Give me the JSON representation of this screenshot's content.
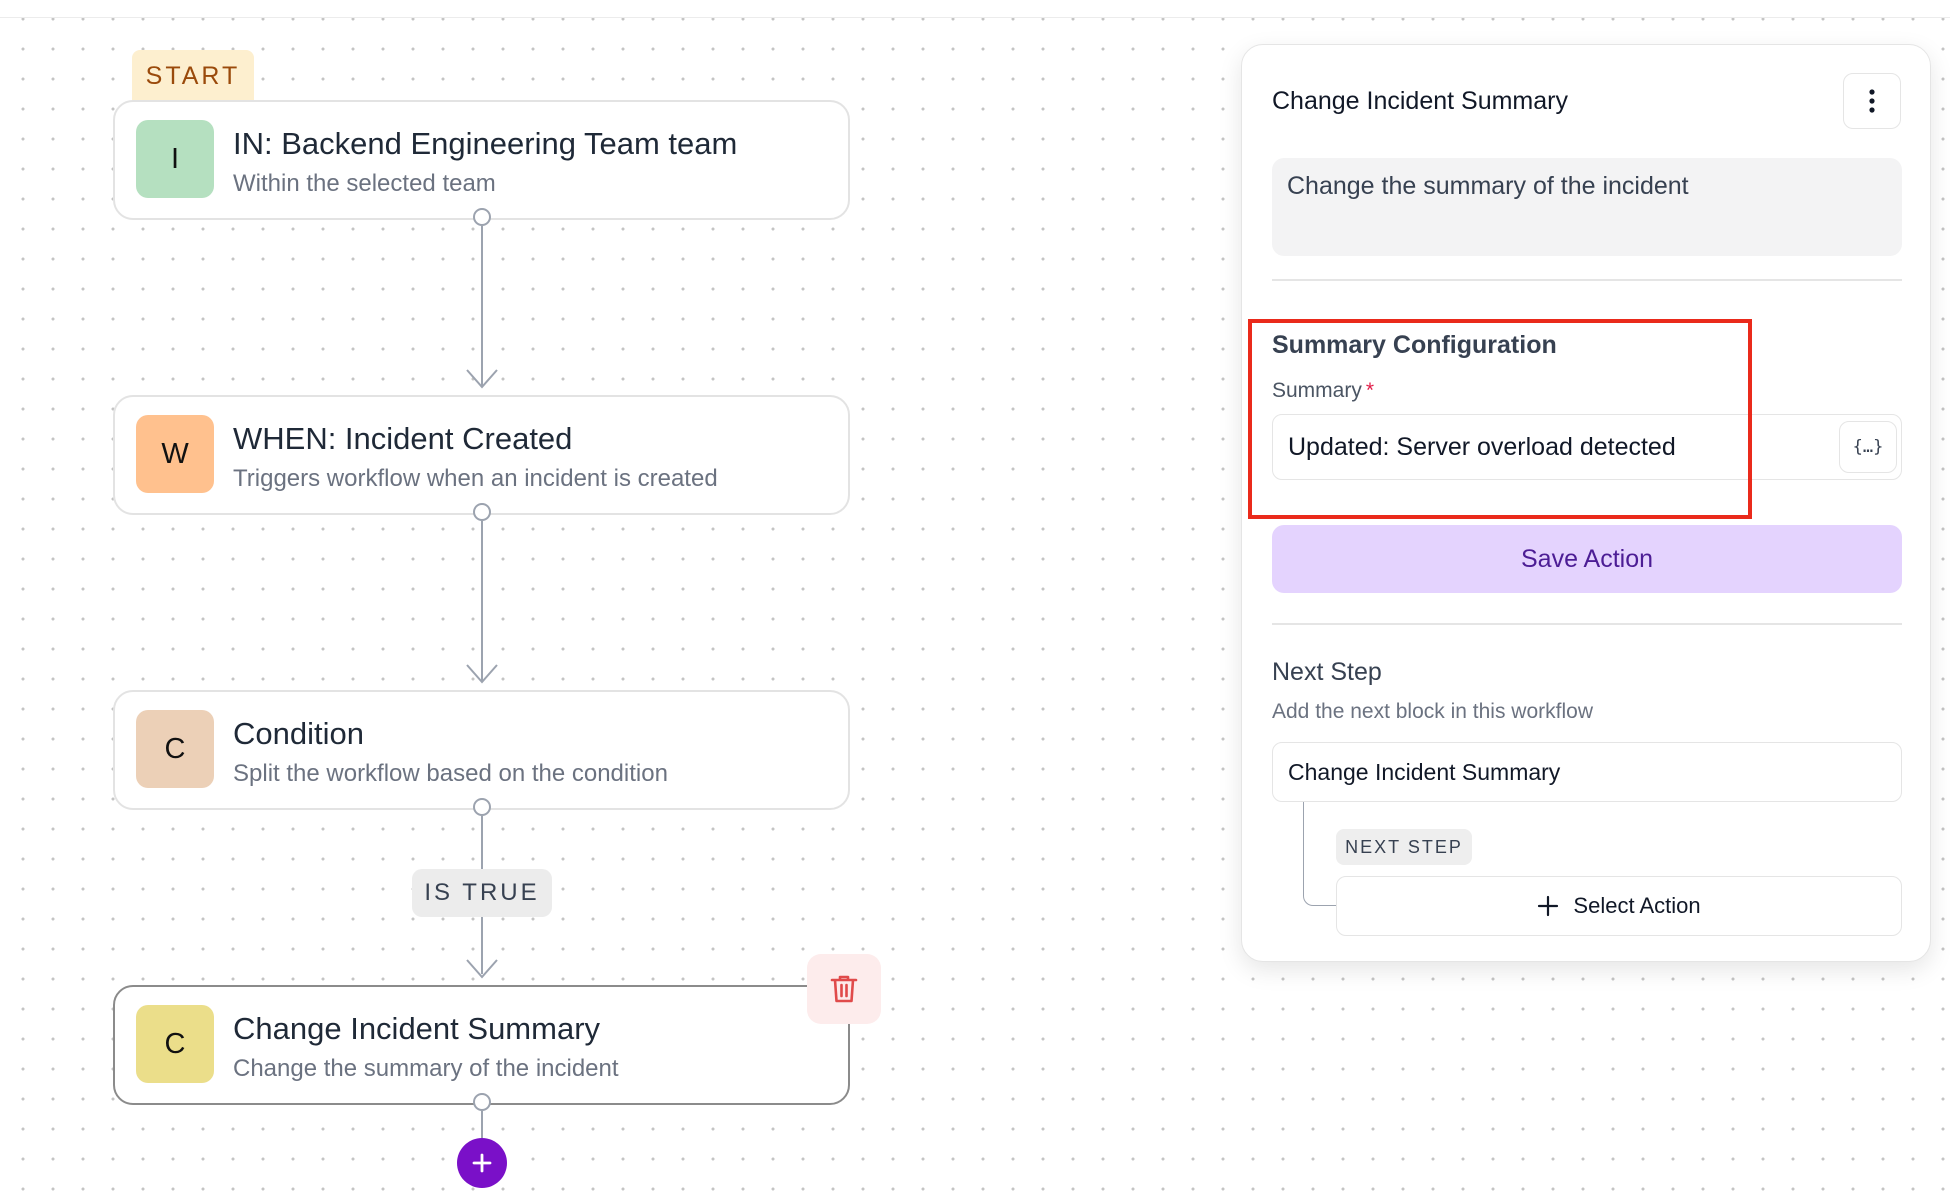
{
  "workflow": {
    "start_label": "START",
    "nodes": [
      {
        "letter": "I",
        "title": "IN: Backend Engineering Team team",
        "subtitle": "Within the selected team",
        "color": "#b5e0c0"
      },
      {
        "letter": "W",
        "title": "WHEN: Incident Created",
        "subtitle": "Triggers workflow when an incident is created",
        "color": "#ffc18e"
      },
      {
        "letter": "C",
        "title": "Condition",
        "subtitle": "Split the workflow based on the condition",
        "color": "#ecd0b7"
      },
      {
        "letter": "C",
        "title": "Change Incident Summary",
        "subtitle": "Change the summary of the incident",
        "color": "#ebde8a"
      }
    ],
    "branch_label": "IS TRUE"
  },
  "panel": {
    "title": "Change Incident Summary",
    "description": "Change the summary of the incident",
    "section_title": "Summary Configuration",
    "summary_label": "Summary",
    "required_mark": "*",
    "summary_value": "Updated: Server overload detected",
    "variable_button": "{…}",
    "save_label": "Save Action",
    "next_step_title": "Next Step",
    "next_step_subtitle": "Add the next block in this workflow",
    "next_block": "Change Incident Summary",
    "next_step_tag": "NEXT STEP",
    "select_action_label": "Select Action"
  },
  "colors": {
    "accent_purple": "#7a10c8",
    "save_button_bg": "#e4d3fe",
    "highlight_red": "#ea2a1b",
    "delete_bg": "#fdecec",
    "delete_icon": "#e04b4b"
  }
}
